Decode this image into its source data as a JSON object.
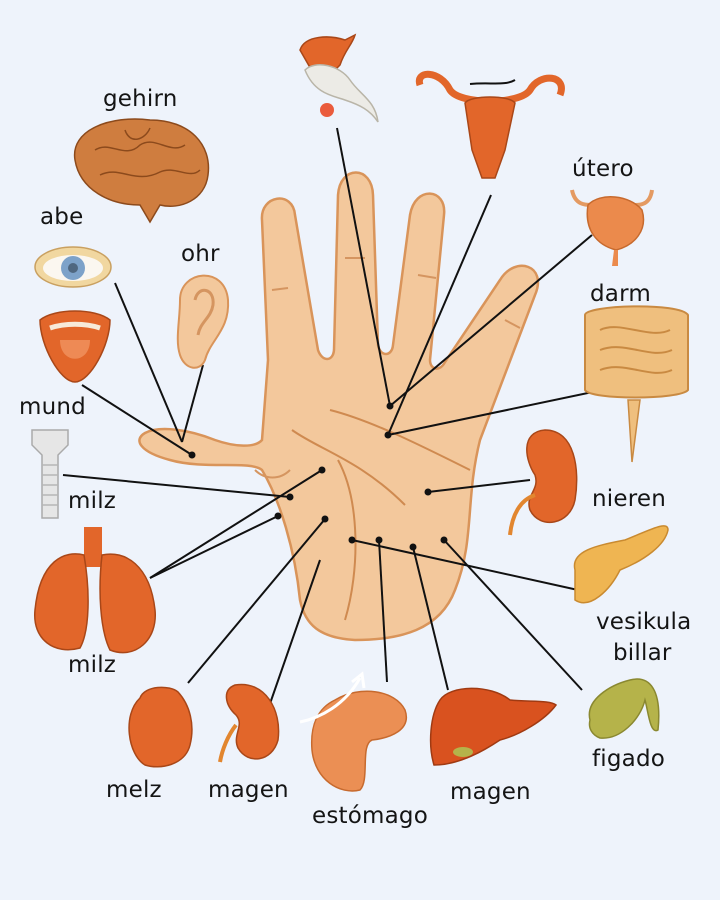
{
  "diagram": {
    "type": "palm reflexology map",
    "background_color": "#eef3fb",
    "hand_color": "#f3c89c",
    "hand_outline": "#d9945a",
    "organ_color": "#e2662a",
    "line_color": "#111111",
    "labels": {
      "gehirn": "gehirn",
      "abe": "abe",
      "ohr": "ohr",
      "mund": "mund",
      "milz_top": "milz",
      "milz_bottom": "milz",
      "utero": "útero",
      "darm": "darm",
      "nieren": "nieren",
      "vesikula_line1": "vesikula",
      "vesikula_line2": "billar",
      "figado": "figado",
      "melz": "melz",
      "magen_left": "magen",
      "estomago": "estómago",
      "magen_right": "magen"
    },
    "organs": [
      {
        "name": "brain",
        "label": "gehirn"
      },
      {
        "name": "eye",
        "label": "abe"
      },
      {
        "name": "ear",
        "label": "ohr"
      },
      {
        "name": "mouth",
        "label": "mund"
      },
      {
        "name": "trachea",
        "label": "milz"
      },
      {
        "name": "lungs",
        "label": "milz"
      },
      {
        "name": "pituitary",
        "label": ""
      },
      {
        "name": "uterus",
        "label": ""
      },
      {
        "name": "bladder",
        "label": "útero"
      },
      {
        "name": "intestines",
        "label": "darm"
      },
      {
        "name": "kidney",
        "label": "nieren"
      },
      {
        "name": "pancreas",
        "label": "vesikula billar"
      },
      {
        "name": "gallbladder",
        "label": "figado"
      },
      {
        "name": "heart",
        "label": "melz"
      },
      {
        "name": "kidney-small",
        "label": "magen"
      },
      {
        "name": "stomach",
        "label": "estómago"
      },
      {
        "name": "liver",
        "label": "magen"
      }
    ]
  }
}
